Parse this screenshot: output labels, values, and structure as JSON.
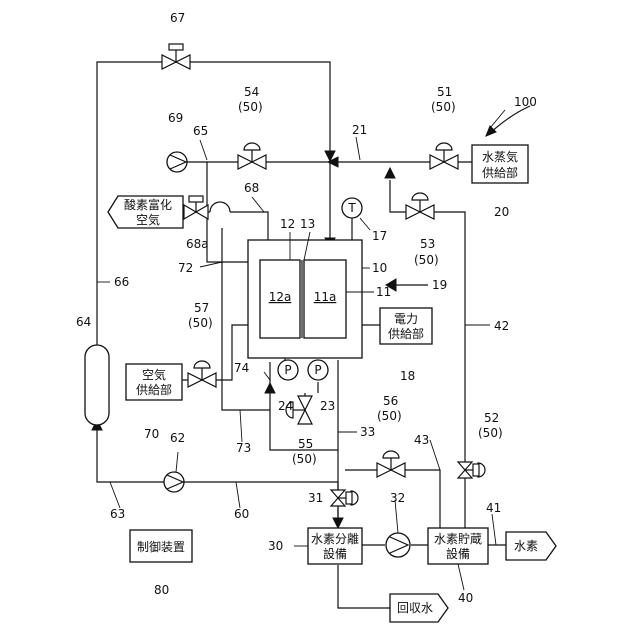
{
  "labels": {
    "steam_supply": [
      "水蒸気",
      "供給部"
    ],
    "oxygen_air": [
      "酸素富化",
      "空気"
    ],
    "power_supply": [
      "電力",
      "供給部"
    ],
    "air_supply": [
      "空気",
      "供給部"
    ],
    "controller": "制御装置",
    "h2_separation": [
      "水素分離",
      "設備"
    ],
    "h2_storage": [
      "水素貯蔵",
      "設備"
    ],
    "hydrogen": "水素",
    "recovered_water": "回収水",
    "anode_cell": "12a",
    "cathode_cell": "11a",
    "temp_sensor": "T",
    "pump_sym": "P"
  },
  "refs": {
    "r67": "67",
    "r54": "54",
    "r54s": "(50)",
    "r51": "51",
    "r51s": "(50)",
    "r100": "100",
    "r69": "69",
    "r65": "65",
    "r21": "21",
    "r68": "68",
    "r68a": "68a",
    "r12": "12",
    "r13": "13",
    "r17": "17",
    "r53": "53",
    "r53s": "(50)",
    "r20": "20",
    "r72": "72",
    "r10": "10",
    "r11": "11",
    "r19": "19",
    "r66": "66",
    "r42": "42",
    "r64": "64",
    "r57": "57",
    "r57s": "(50)",
    "r18": "18",
    "r74": "74",
    "r24": "24",
    "r23": "23",
    "r56": "56",
    "r56s": "(50)",
    "r52": "52",
    "r52s": "(50)",
    "r70": "70",
    "r62": "62",
    "r73": "73",
    "r55": "55",
    "r55s": "(50)",
    "r33": "33",
    "r43": "43",
    "r31": "31",
    "r32": "32",
    "r41": "41",
    "r63": "63",
    "r60": "60",
    "r30": "30",
    "r80": "80",
    "r40": "40"
  }
}
